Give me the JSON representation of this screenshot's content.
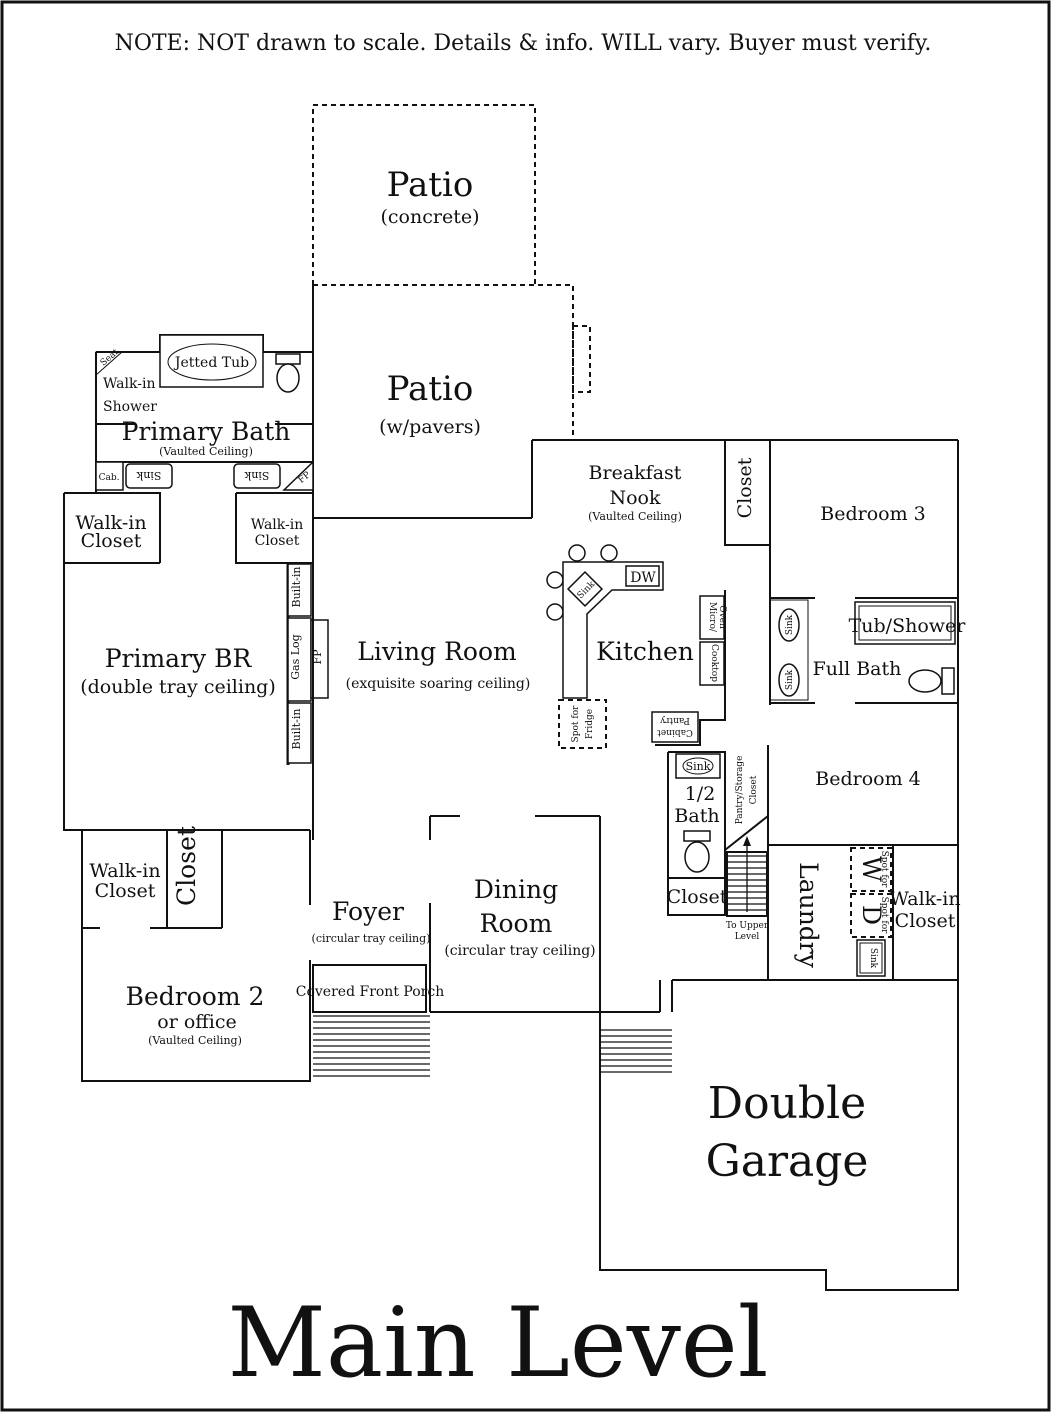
{
  "note": "NOTE: NOT drawn to scale.  Details & info. WILL vary. Buyer must verify.",
  "title": "Main Level",
  "colors": {
    "ink": "#111111",
    "paper": "#ffffff"
  },
  "rooms": {
    "patio_concrete": {
      "name": "Patio",
      "detail": "(concrete)"
    },
    "patio_pavers": {
      "name": "Patio",
      "detail": "(w/pavers)"
    },
    "primary_bath": {
      "name": "Primary Bath",
      "detail": "(Vaulted Ceiling)"
    },
    "breakfast_nook": {
      "name_line1": "Breakfast",
      "name_line2": "Nook",
      "detail": "(Vaulted Ceiling)"
    },
    "bedroom_3": {
      "name": "Bedroom 3"
    },
    "primary_br": {
      "name": "Primary BR",
      "detail": "(double tray ceiling)"
    },
    "living_room": {
      "name": "Living Room",
      "detail": "(exquisite soaring ceiling)"
    },
    "kitchen": {
      "name": "Kitchen"
    },
    "full_bath": {
      "name": "Full Bath"
    },
    "bedroom_4": {
      "name": "Bedroom 4"
    },
    "half_bath": {
      "name_line1": "1/2",
      "name_line2": "Bath"
    },
    "foyer": {
      "name": "Foyer",
      "detail": "(circular tray  ceiling)"
    },
    "dining_room": {
      "name_line1": "Dining",
      "name_line2": "Room",
      "detail": "(circular tray ceiling)"
    },
    "laundry": {
      "name": "Laundry"
    },
    "bedroom_2": {
      "name": "Bedroom 2",
      "detail1": "or office",
      "detail2": "(Vaulted Ceiling)"
    },
    "covered_porch": {
      "name": "Covered Front Porch"
    },
    "garage": {
      "name_line1": "Double",
      "name_line2": "Garage"
    }
  },
  "labels": {
    "jetted_tub": "Jetted Tub",
    "seat": "Seat",
    "walk_in_shower_1": "Walk-in",
    "walk_in_shower_2": "Shower",
    "cab": "Cab.",
    "sink": "Sink",
    "fp": "FP",
    "walk_in": "Walk-in",
    "closet": "Closet",
    "built_in": "Built-in",
    "gas_log": "Gas Log",
    "dw": "DW",
    "micro_1": "Micro/",
    "micro_2": "Oven",
    "cooktop": "Cooktop",
    "fridge_1": "Spot for",
    "fridge_2": "Fridge",
    "pantry_1": "Pantry",
    "pantry_2": "Cabinet",
    "tub_shower": "Tub/Shower",
    "pantry_storage_1": "Pantry/Storage",
    "pantry_storage_2": "Closet",
    "to_upper_1": "To Upper",
    "to_upper_2": "Level",
    "w": "W",
    "d": "D",
    "spot_for": "Spot for"
  }
}
